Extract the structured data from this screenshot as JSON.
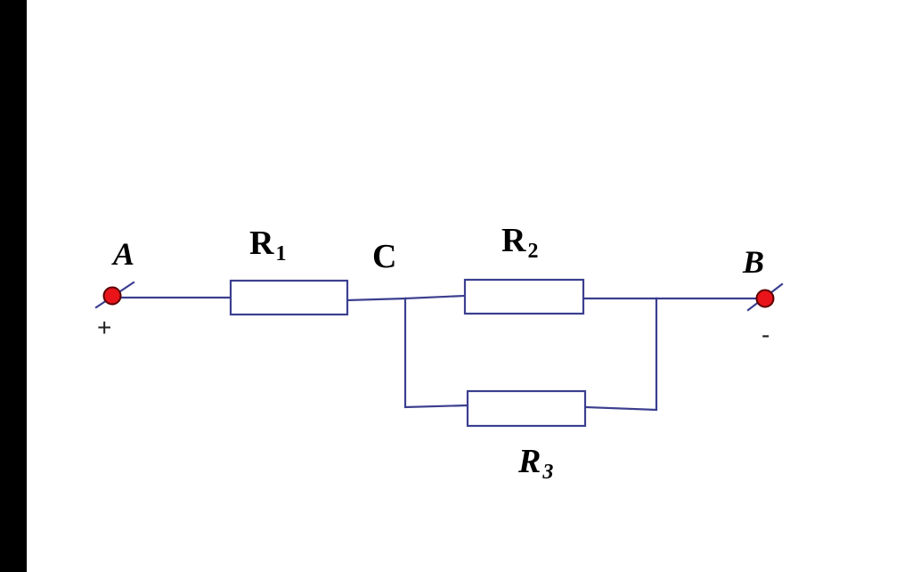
{
  "colors": {
    "background": "#ffffff",
    "left_bar": "#000000",
    "wire": "#3b3f8f",
    "terminal_fill": "#e8141a",
    "terminal_stroke": "#5a0000",
    "label": "#000000"
  },
  "terminals": {
    "a": {
      "label": "A",
      "sign": "+"
    },
    "b": {
      "label": "B",
      "sign": "-"
    }
  },
  "nodes": {
    "c": {
      "label": "C"
    }
  },
  "resistors": {
    "r1": {
      "letter": "R",
      "subscript": "1"
    },
    "r2": {
      "letter": "R",
      "subscript": "2"
    },
    "r3": {
      "letter": "R",
      "subscript": "3"
    }
  }
}
